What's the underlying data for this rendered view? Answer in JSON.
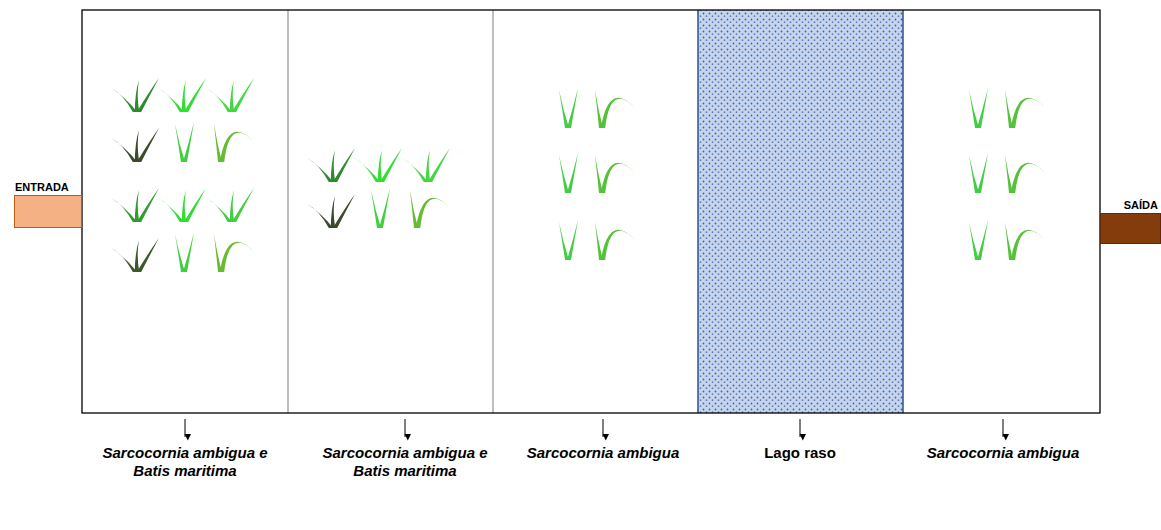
{
  "diagram": {
    "nodes": [
      {
        "text": [
          "ENTRADA"
        ]
      },
      {
        "text": [
          "SAÍDA"
        ]
      }
    ],
    "labels": [
      "Sarcocornia ambigua e Batis maritima",
      "Sarcocornia ambigua e Batis maritima",
      "Sarcocornia ambigua",
      "Lago raso",
      "Sarcocornia ambigua"
    ]
  }
}
